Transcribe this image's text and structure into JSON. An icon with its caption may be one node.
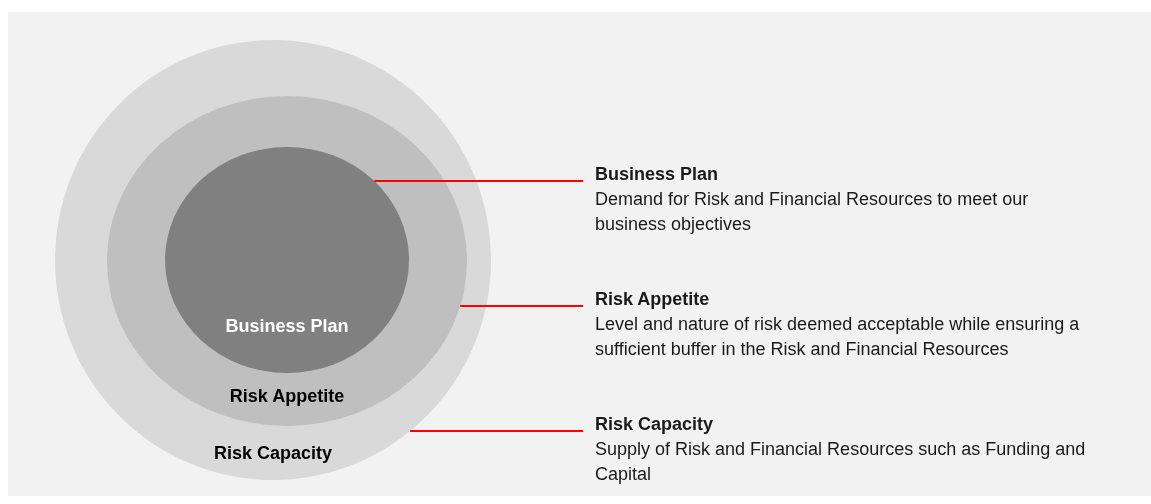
{
  "diagram": {
    "nodes": [
      {
        "text": [
          "Risk Capacity"
        ]
      },
      {
        "text": [
          "Risk Appetite"
        ],
        "in": 0
      },
      {
        "text": [
          "Business Plan"
        ],
        "in": 1
      },
      {
        "text": [
          "Business Plan",
          "Demand for Risk and Financial Resources to meet our business objectives"
        ]
      },
      {
        "text": [
          "Risk Appetite",
          "Level and nature of risk deemed acceptable while ensuring a sufficient buffer in the Risk and Financial Resources"
        ]
      },
      {
        "text": [
          "Risk Capacity",
          "Supply of Risk and Financial Resources such as Funding and Capital"
        ]
      }
    ],
    "edges": [
      {
        "from": 3,
        "to": 2,
        "arrow": "none"
      },
      {
        "from": 4,
        "to": 1,
        "arrow": "none"
      },
      {
        "from": 5,
        "to": 0,
        "arrow": "none"
      }
    ]
  }
}
